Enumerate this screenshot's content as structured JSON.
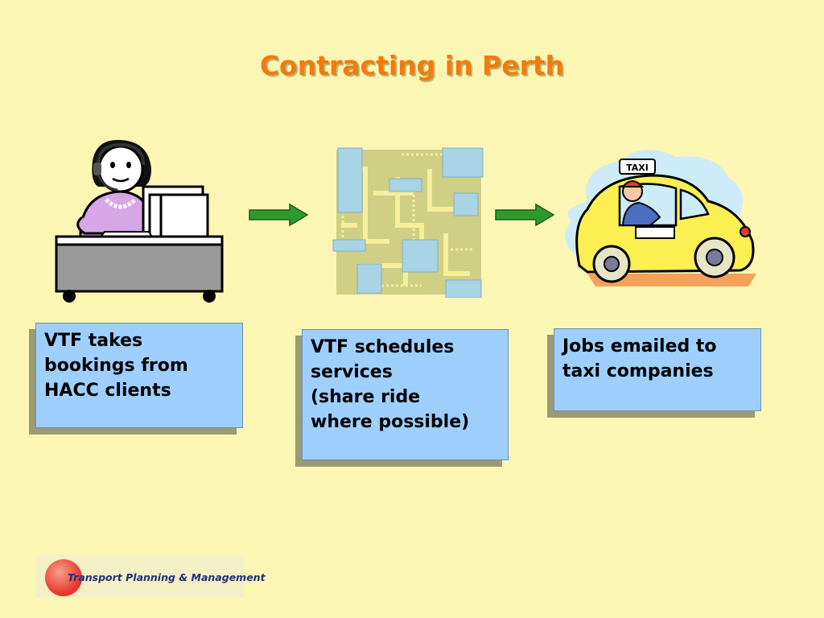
{
  "title": "Contracting in Perth",
  "steps": [
    {
      "text": "VTF takes\nbookings from\nHACC clients",
      "icon": "call-center-operator-icon"
    },
    {
      "text": "VTF schedules\nservices\n(share ride\nwhere possible)",
      "icon": "circuit-board-icon"
    },
    {
      "text": "Jobs emailed to\ntaxi companies",
      "icon": "taxi-icon"
    }
  ],
  "taxi_sign": "TAXI",
  "logo": {
    "text": "Transport Planning & Management"
  },
  "colors": {
    "background": "#FBF6B4",
    "title": "#F07B10",
    "box_fill": "#9FCFFF",
    "box_shadow": "#9a9a74",
    "arrow": "#2E9A2E",
    "logo_accent": "#E8342A"
  }
}
